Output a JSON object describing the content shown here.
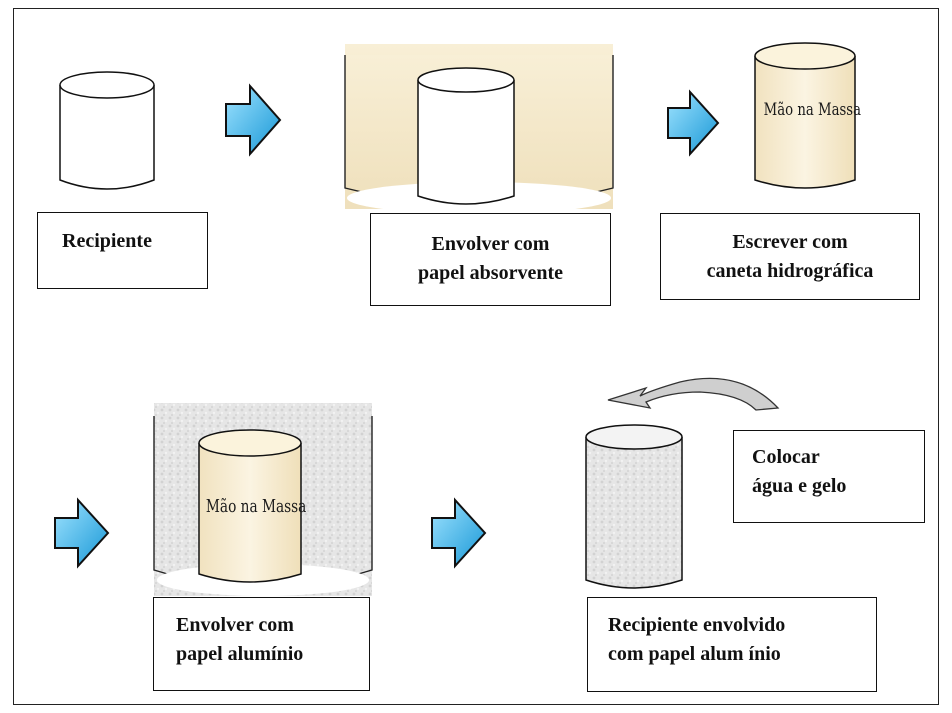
{
  "colors": {
    "arrow_fill": "#3fb6e8",
    "arrow_stroke": "#1a1a1a",
    "paper_beige": "#f3e7c8",
    "foil_grey": "#e4e4e4",
    "curved_arrow": "#cfcfcf"
  },
  "steps": [
    {
      "lines": [
        "Recipiente"
      ]
    },
    {
      "lines": [
        "Envolver com",
        "papel absorvente"
      ]
    },
    {
      "lines": [
        "Escrever com",
        "caneta hidrográfica"
      ]
    },
    {
      "lines": [
        "Envolver com",
        "papel alumínio"
      ]
    },
    {
      "lines": [
        "Recipiente envolvido",
        "com papel alum ínio"
      ]
    }
  ],
  "instruction": {
    "lines": [
      "Colocar",
      "água e gelo"
    ]
  },
  "cylinder_text": "Mão na Massa"
}
